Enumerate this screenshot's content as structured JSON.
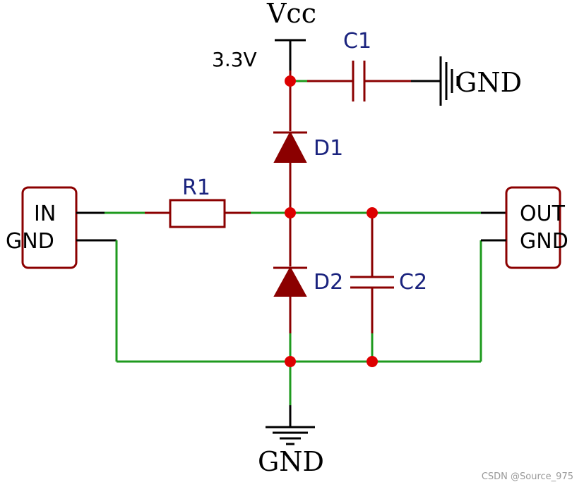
{
  "supply": {
    "label": "Vcc",
    "voltage": "3.3V"
  },
  "components": {
    "c1": "C1",
    "c2": "C2",
    "d1": "D1",
    "d2": "D2",
    "r1": "R1"
  },
  "connectors": {
    "input": {
      "pin1": "IN",
      "pin2": "GND"
    },
    "output": {
      "pin1": "OUT",
      "pin2": "GND"
    }
  },
  "grounds": {
    "c1_ground": "GND",
    "main_ground": "GND"
  },
  "watermark": "CSDN @Source_975",
  "colors": {
    "wire_green": "#1e9a1e",
    "part_red": "#8b0000",
    "node_red": "#dd0000",
    "label_blue": "#1a237e"
  }
}
